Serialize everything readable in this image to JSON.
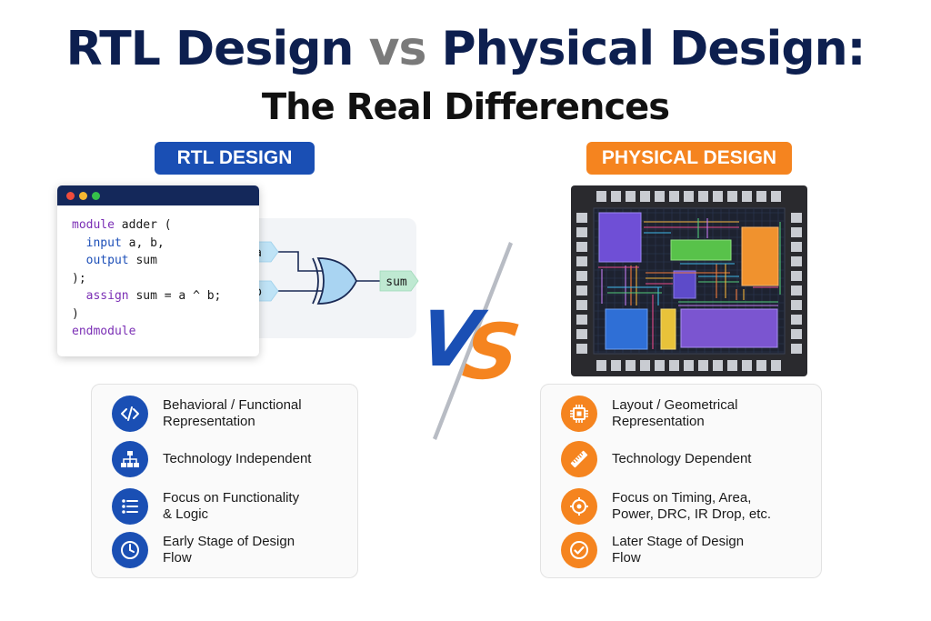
{
  "title": {
    "part1": "RTL Design",
    "vs": "vs",
    "part2": "Physical Design:",
    "subtitle": "The Real Differences"
  },
  "rtl": {
    "heading": "RTL DESIGN",
    "code_lines": [
      [
        {
          "t": "module",
          "c": "kw"
        },
        {
          "t": " adder (",
          "c": ""
        }
      ],
      [
        {
          "t": "  ",
          "c": ""
        },
        {
          "t": "input",
          "c": "kw2"
        },
        {
          "t": " a, b,",
          "c": ""
        }
      ],
      [
        {
          "t": "  ",
          "c": ""
        },
        {
          "t": "output",
          "c": "kw2"
        },
        {
          "t": " sum",
          "c": ""
        }
      ],
      [
        {
          "t": ");",
          "c": ""
        }
      ],
      [
        {
          "t": "  ",
          "c": ""
        },
        {
          "t": "assign",
          "c": "kw"
        },
        {
          "t": " sum = a ^ b;",
          "c": ""
        }
      ],
      [
        {
          "t": ")",
          "c": ""
        }
      ],
      [
        {
          "t": "endmodule",
          "c": "kw"
        }
      ]
    ],
    "schematic": {
      "input_a": "a",
      "input_b": "b",
      "output": "sum"
    },
    "features": [
      {
        "icon": "code-icon",
        "lines": [
          "Behavioral / Functional",
          "Representation"
        ]
      },
      {
        "icon": "hierarchy-icon",
        "lines": [
          "Technology Independent"
        ]
      },
      {
        "icon": "list-icon",
        "lines": [
          "Focus on Functionality",
          "& Logic"
        ]
      },
      {
        "icon": "clock-icon",
        "lines": [
          "Early Stage of Design",
          "Flow"
        ]
      }
    ]
  },
  "vs_badge": {
    "v": "V",
    "s": "S"
  },
  "physical": {
    "heading": "PHYSICAL DESIGN",
    "features": [
      {
        "icon": "chip-icon",
        "lines": [
          "Layout / Geometrical",
          "Representation"
        ]
      },
      {
        "icon": "ruler-icon",
        "lines": [
          "Technology Dependent"
        ]
      },
      {
        "icon": "target-icon",
        "lines": [
          "Focus on Timing, Area,",
          "Power, DRC, IR Drop, etc."
        ]
      },
      {
        "icon": "check-circle-icon",
        "lines": [
          "Later Stage of Design",
          "Flow"
        ]
      }
    ]
  },
  "colors": {
    "rtl_blue": "#1a4fb4",
    "physical_orange": "#f5841f",
    "title_navy": "#0d1f4f",
    "vs_gray": "#7a7a7a"
  }
}
